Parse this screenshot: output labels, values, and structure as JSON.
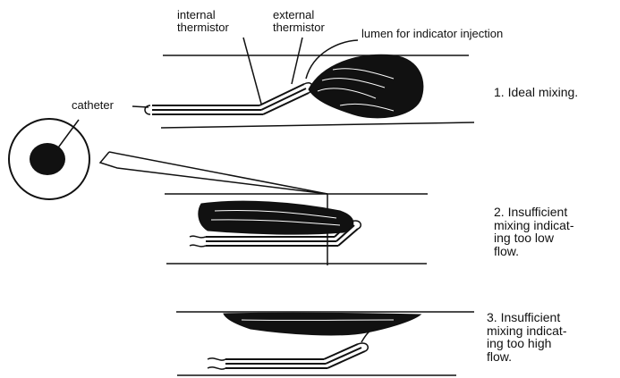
{
  "labels": {
    "internal_thermistor": "internal\nthermistor",
    "external_thermistor": "external\nthermistor",
    "lumen": "lumen for indicator injection",
    "catheter": "catheter"
  },
  "panels": [
    {
      "caption": "1. Ideal mixing."
    },
    {
      "caption": "2. Insufficient\nmixing indicat-\ning too low\nflow."
    },
    {
      "caption": "3. Insufficient\nmixing indicat-\ning too high\nflow."
    }
  ],
  "colors": {
    "ink": "#111111",
    "background": "#ffffff"
  }
}
